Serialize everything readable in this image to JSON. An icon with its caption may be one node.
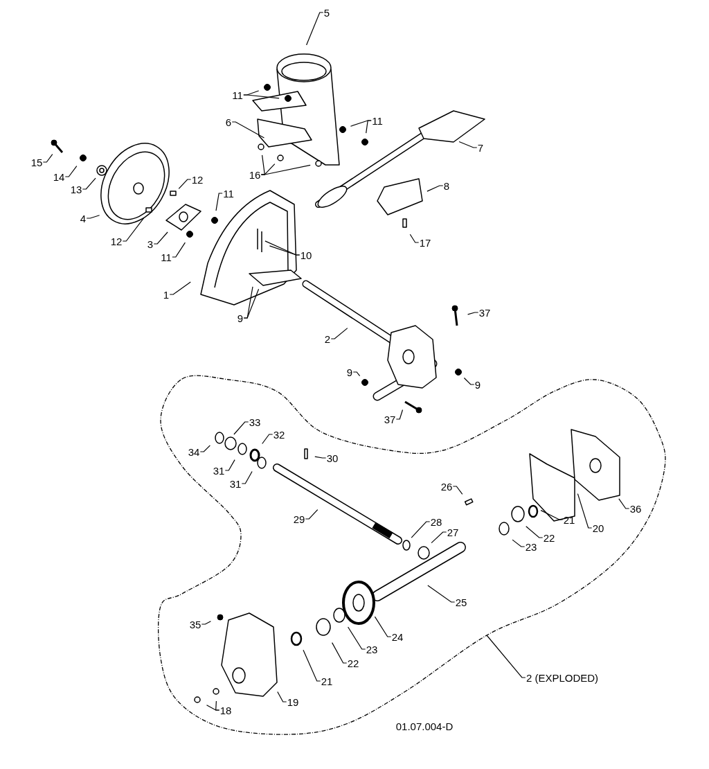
{
  "diagram": {
    "nodes": [
      {
        "text": [
          "5"
        ]
      },
      {
        "text": [
          "11"
        ]
      },
      {
        "text": [
          "6"
        ]
      },
      {
        "text": [
          "11"
        ]
      },
      {
        "text": [
          "7"
        ]
      },
      {
        "text": [
          "15"
        ]
      },
      {
        "text": [
          "14"
        ]
      },
      {
        "text": [
          "13"
        ]
      },
      {
        "text": [
          "16"
        ]
      },
      {
        "text": [
          "12"
        ]
      },
      {
        "text": [
          "8"
        ]
      },
      {
        "text": [
          "11"
        ]
      },
      {
        "text": [
          "4"
        ]
      },
      {
        "text": [
          "12"
        ]
      },
      {
        "text": [
          "3"
        ]
      },
      {
        "text": [
          "11"
        ]
      },
      {
        "text": [
          "10"
        ]
      },
      {
        "text": [
          "17"
        ]
      },
      {
        "text": [
          "1"
        ]
      },
      {
        "text": [
          "9"
        ]
      },
      {
        "text": [
          "37"
        ]
      },
      {
        "text": [
          "2"
        ]
      },
      {
        "text": [
          "9"
        ]
      },
      {
        "text": [
          "9"
        ]
      },
      {
        "text": [
          "37"
        ]
      },
      {
        "text": [],
        "shape": "cloud"
      },
      {
        "text": [
          "33"
        ],
        "in": 25
      },
      {
        "text": [
          "34"
        ],
        "in": 25
      },
      {
        "text": [
          "32"
        ],
        "in": 25
      },
      {
        "text": [
          "30"
        ],
        "in": 25
      },
      {
        "text": [
          "31"
        ],
        "in": 25
      },
      {
        "text": [
          "31"
        ],
        "in": 25
      },
      {
        "text": [
          "26"
        ],
        "in": 25
      },
      {
        "text": [
          "36"
        ],
        "in": 25
      },
      {
        "text": [
          "29"
        ],
        "in": 25
      },
      {
        "text": [
          "28"
        ],
        "in": 25
      },
      {
        "text": [
          "21"
        ],
        "in": 25
      },
      {
        "text": [
          "20"
        ],
        "in": 25
      },
      {
        "text": [
          "27"
        ],
        "in": 25
      },
      {
        "text": [
          "22"
        ],
        "in": 25
      },
      {
        "text": [
          "23"
        ],
        "in": 25
      },
      {
        "text": [
          "25"
        ],
        "in": 25
      },
      {
        "text": [
          "24"
        ],
        "in": 25
      },
      {
        "text": [
          "35"
        ],
        "in": 25
      },
      {
        "text": [
          "23"
        ],
        "in": 25
      },
      {
        "text": [
          "22"
        ],
        "in": 25
      },
      {
        "text": [
          "21"
        ],
        "in": 25
      },
      {
        "text": [
          "19"
        ],
        "in": 25
      },
      {
        "text": [
          "18"
        ],
        "in": 25
      },
      {
        "text": [
          "2 (EXPLODED)"
        ]
      }
    ],
    "edges": [
      {
        "from": 0,
        "to": null,
        "arrow": "none"
      },
      {
        "from": 1,
        "to": null,
        "arrow": "none"
      },
      {
        "from": 1,
        "to": null,
        "arrow": "none"
      },
      {
        "from": 2,
        "to": null,
        "arrow": "none"
      },
      {
        "from": 3,
        "to": null,
        "arrow": "none"
      },
      {
        "from": 3,
        "to": null,
        "arrow": "none"
      },
      {
        "from": 4,
        "to": null,
        "arrow": "none"
      },
      {
        "from": 5,
        "to": null,
        "arrow": "none"
      },
      {
        "from": 6,
        "to": null,
        "arrow": "none"
      },
      {
        "from": 7,
        "to": null,
        "arrow": "none"
      },
      {
        "from": 8,
        "to": null,
        "arrow": "none"
      },
      {
        "from": 8,
        "to": null,
        "arrow": "none"
      },
      {
        "from": 8,
        "to": null,
        "arrow": "none"
      },
      {
        "from": 9,
        "to": null,
        "arrow": "none"
      },
      {
        "from": 10,
        "to": null,
        "arrow": "none"
      },
      {
        "from": 11,
        "to": null,
        "arrow": "none"
      },
      {
        "from": 12,
        "to": null,
        "arrow": "none"
      },
      {
        "from": 13,
        "to": null,
        "arrow": "none"
      },
      {
        "from": 14,
        "to": null,
        "arrow": "none"
      },
      {
        "from": 15,
        "to": null,
        "arrow": "none"
      },
      {
        "from": 16,
        "to": null,
        "arrow": "none"
      },
      {
        "from": 16,
        "to": null,
        "arrow": "none"
      },
      {
        "from": 17,
        "to": null,
        "arrow": "none"
      },
      {
        "from": 18,
        "to": null,
        "arrow": "none"
      },
      {
        "from": 19,
        "to": null,
        "arrow": "none"
      },
      {
        "from": 19,
        "to": null,
        "arrow": "none"
      },
      {
        "from": 20,
        "to": null,
        "arrow": "none"
      },
      {
        "from": 21,
        "to": null,
        "arrow": "none"
      },
      {
        "from": 22,
        "to": null,
        "arrow": "none"
      },
      {
        "from": 23,
        "to": null,
        "arrow": "none"
      },
      {
        "from": 24,
        "to": null,
        "arrow": "none"
      },
      {
        "from": 26,
        "to": null,
        "arrow": "none"
      },
      {
        "from": 27,
        "to": null,
        "arrow": "none"
      },
      {
        "from": 28,
        "to": null,
        "arrow": "none"
      },
      {
        "from": 29,
        "to": null,
        "arrow": "none"
      },
      {
        "from": 30,
        "to": null,
        "arrow": "none"
      },
      {
        "from": 31,
        "to": null,
        "arrow": "none"
      },
      {
        "from": 32,
        "to": null,
        "arrow": "none"
      },
      {
        "from": 33,
        "to": null,
        "arrow": "none"
      },
      {
        "from": 34,
        "to": null,
        "arrow": "none"
      },
      {
        "from": 35,
        "to": null,
        "arrow": "none"
      },
      {
        "from": 36,
        "to": null,
        "arrow": "none"
      },
      {
        "from": 37,
        "to": null,
        "arrow": "none"
      },
      {
        "from": 38,
        "to": null,
        "arrow": "none"
      },
      {
        "from": 39,
        "to": null,
        "arrow": "none"
      },
      {
        "from": 40,
        "to": null,
        "arrow": "none"
      },
      {
        "from": 41,
        "to": null,
        "arrow": "none"
      },
      {
        "from": 42,
        "to": null,
        "arrow": "none"
      },
      {
        "from": 43,
        "to": null,
        "arrow": "none"
      },
      {
        "from": 44,
        "to": null,
        "arrow": "none"
      },
      {
        "from": 45,
        "to": null,
        "arrow": "none"
      },
      {
        "from": 46,
        "to": null,
        "arrow": "none"
      },
      {
        "from": 47,
        "to": null,
        "arrow": "none"
      },
      {
        "from": 48,
        "to": null,
        "arrow": "none"
      },
      {
        "from": 48,
        "to": null,
        "arrow": "none"
      },
      {
        "from": 49,
        "to": 25,
        "arrow": "none"
      }
    ],
    "labels": [
      "01.07.004-D"
    ]
  }
}
